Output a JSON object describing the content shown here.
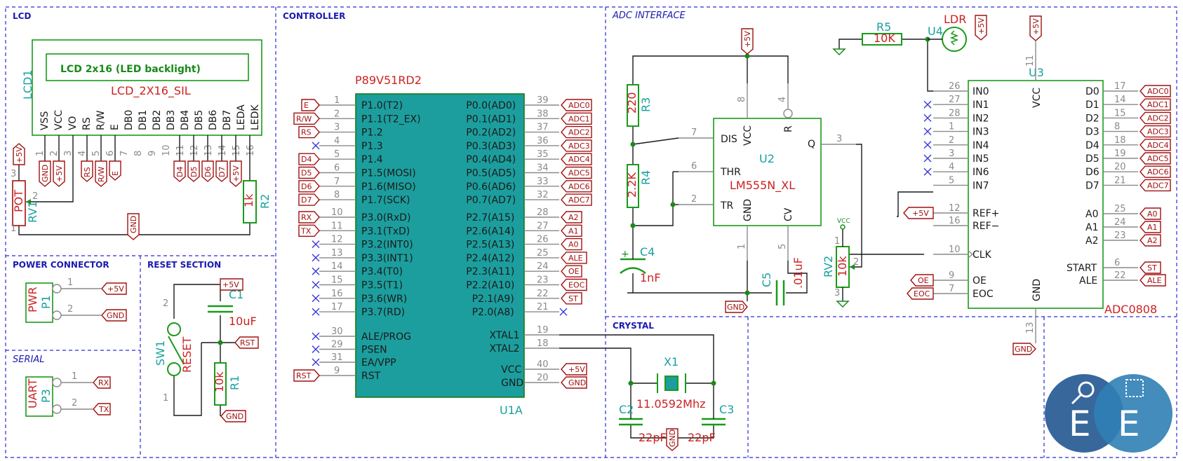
{
  "sections": {
    "lcd": "LCD",
    "controller": "CONTROLLER",
    "adc": "ADC INTERFACE",
    "power": "POWER CONNECTOR",
    "reset": "RESET SECTION",
    "serial": "SERIAL",
    "crystal": "CRYSTAL"
  },
  "lcd": {
    "ref": "LCD1",
    "title": "LCD 2x16 (LED backlight)",
    "value": "LCD_2X16_SIL",
    "pins": [
      "VSS",
      "VCC",
      "VO",
      "RS",
      "R/W",
      "E",
      "DB0",
      "DB1",
      "DB2",
      "DB3",
      "DB4",
      "DB5",
      "DB6",
      "DB7",
      "LEDA",
      "LEDK"
    ],
    "pin_numbers": [
      "1",
      "2",
      "3",
      "4",
      "5",
      "6",
      "7",
      "8",
      "9",
      "10",
      "11",
      "12",
      "13",
      "14",
      "15",
      "16"
    ],
    "labels": [
      "GND",
      "+5V",
      "RS",
      "R/W",
      "E",
      "D4",
      "D5",
      "D6",
      "D7",
      "+5V"
    ],
    "pot_ref": "RV1",
    "pot_value": "POT",
    "r2_ref": "R2",
    "r2_value": "1k",
    "gnd": "GND",
    "plus5": "+5V"
  },
  "mcu": {
    "value": "P89V51RD2",
    "ref": "U1A",
    "left": [
      {
        "n": "1",
        "name": "P1.0(T2)",
        "label": "E"
      },
      {
        "n": "2",
        "name": "P1.1(T2_EX)",
        "label": "R/W"
      },
      {
        "n": "3",
        "name": "P1.2",
        "label": "RS"
      },
      {
        "n": "4",
        "name": "P1.3",
        "label": ""
      },
      {
        "n": "5",
        "name": "P1.4",
        "label": "D4"
      },
      {
        "n": "6",
        "name": "P1.5(MOSI)",
        "label": "D5"
      },
      {
        "n": "7",
        "name": "P1.6(MISO)",
        "label": "D6"
      },
      {
        "n": "8",
        "name": "P1.7(SCK)",
        "label": "D7"
      },
      {
        "n": "10",
        "name": "P3.0(RxD)",
        "label": "RX"
      },
      {
        "n": "11",
        "name": "P3.1(TxD)",
        "label": "TX"
      },
      {
        "n": "12",
        "name": "P3.2(INT0)",
        "label": ""
      },
      {
        "n": "13",
        "name": "P3.3(INT1)",
        "label": ""
      },
      {
        "n": "14",
        "name": "P3.4(T0)",
        "label": ""
      },
      {
        "n": "15",
        "name": "P3.5(T1)",
        "label": ""
      },
      {
        "n": "16",
        "name": "P3.6(WR)",
        "label": ""
      },
      {
        "n": "17",
        "name": "P3.7(RD)",
        "label": ""
      },
      {
        "n": "30",
        "name": "ALE/PROG",
        "label": ""
      },
      {
        "n": "29",
        "name": "PSEN",
        "label": ""
      },
      {
        "n": "31",
        "name": "EA/VPP",
        "label": ""
      },
      {
        "n": "9",
        "name": "RST",
        "label": "RST"
      }
    ],
    "right": [
      {
        "n": "39",
        "name": "P0.0(AD0)",
        "label": "ADC0"
      },
      {
        "n": "38",
        "name": "P0.1(AD1)",
        "label": "ADC1"
      },
      {
        "n": "37",
        "name": "P0.2(AD2)",
        "label": "ADC2"
      },
      {
        "n": "36",
        "name": "P0.3(AD3)",
        "label": "ADC3"
      },
      {
        "n": "35",
        "name": "P0.4(AD4)",
        "label": "ADC4"
      },
      {
        "n": "34",
        "name": "P0.5(AD5)",
        "label": "ADC5"
      },
      {
        "n": "33",
        "name": "P0.6(AD6)",
        "label": "ADC6"
      },
      {
        "n": "32",
        "name": "P0.7(AD7)",
        "label": "ADC7"
      },
      {
        "n": "28",
        "name": "P2.7(A15)",
        "label": "A2"
      },
      {
        "n": "27",
        "name": "P2.6(A14)",
        "label": "A1"
      },
      {
        "n": "26",
        "name": "P2.5(A13)",
        "label": "A0"
      },
      {
        "n": "25",
        "name": "P2.4(A12)",
        "label": "ALE"
      },
      {
        "n": "24",
        "name": "P2.3(A11)",
        "label": "OE"
      },
      {
        "n": "23",
        "name": "P2.2(A10)",
        "label": "EOC"
      },
      {
        "n": "22",
        "name": "P2.1(A9)",
        "label": "ST"
      },
      {
        "n": "21",
        "name": "P2.0(A8)",
        "label": ""
      },
      {
        "n": "19",
        "name": "XTAL1",
        "label": ""
      },
      {
        "n": "18",
        "name": "XTAL2",
        "label": ""
      },
      {
        "n": "40",
        "name": "VCC",
        "label": "+5V"
      },
      {
        "n": "20",
        "name": "GND",
        "label": "GND"
      }
    ]
  },
  "timer": {
    "ref": "U2",
    "value": "LM555N_XL",
    "pins": {
      "dis": "DIS",
      "vcc": "VCC",
      "r": "R",
      "thr": "THR",
      "tr": "TR",
      "gnd": "GND",
      "cv": "CV",
      "q": "Q"
    },
    "pin_numbers": {
      "dis": "7",
      "vcc": "8",
      "r": "4",
      "thr": "6",
      "tr": "2",
      "gnd": "1",
      "cv": "5",
      "q": "3"
    },
    "r3_ref": "R3",
    "r3_value": "220",
    "r4_ref": "R4",
    "r4_value": "2.2K",
    "c4_ref": "C4",
    "c4_value": "1nF",
    "c5_ref": "C5",
    "c5_value": ".01uF",
    "plus5": "+5V",
    "gnd": "GND"
  },
  "adc": {
    "ref": "U3",
    "value": "ADC0808",
    "left": [
      {
        "n": "26",
        "name": "IN0"
      },
      {
        "n": "27",
        "name": "IN1"
      },
      {
        "n": "28",
        "name": "IN2"
      },
      {
        "n": "1",
        "name": "IN3"
      },
      {
        "n": "2",
        "name": "IN4"
      },
      {
        "n": "3",
        "name": "IN5"
      },
      {
        "n": "4",
        "name": "IN6"
      },
      {
        "n": "5",
        "name": "IN7"
      },
      {
        "n": "12",
        "name": "REF+"
      },
      {
        "n": "16",
        "name": "REF−"
      },
      {
        "n": "10",
        "name": "CLK"
      },
      {
        "n": "9",
        "name": "OE"
      },
      {
        "n": "7",
        "name": "EOC"
      }
    ],
    "right": [
      {
        "n": "17",
        "name": "D0",
        "label": "ADC0"
      },
      {
        "n": "14",
        "name": "D1",
        "label": "ADC1"
      },
      {
        "n": "15",
        "name": "D2",
        "label": "ADC2"
      },
      {
        "n": "8",
        "name": "D3",
        "label": "ADC3"
      },
      {
        "n": "18",
        "name": "D4",
        "label": "ADC4"
      },
      {
        "n": "19",
        "name": "D5",
        "label": "ADC5"
      },
      {
        "n": "20",
        "name": "D6",
        "label": "ADC6"
      },
      {
        "n": "21",
        "name": "D7",
        "label": "ADC7"
      },
      {
        "n": "25",
        "name": "A0",
        "label": "A0"
      },
      {
        "n": "24",
        "name": "A1",
        "label": "A1"
      },
      {
        "n": "23",
        "name": "A2",
        "label": "A2"
      },
      {
        "n": "6",
        "name": "START",
        "label": "ST"
      },
      {
        "n": "22",
        "name": "ALE",
        "label": "ALE"
      }
    ],
    "vcc": "VCC",
    "vcc_pin": "11",
    "gnd": "GND",
    "gnd_pin": "13",
    "r5_ref": "R5",
    "r5_value": "10K",
    "ldr_ref": "U4",
    "ldr_value": "LDR",
    "rv2_ref": "RV2",
    "rv2_value": "10k",
    "vcc_small": "VCC",
    "ref_label": "+5V",
    "oe_label": "OE",
    "eoc_label": "EOC",
    "plus5": "+5V",
    "gnd_label": "GND"
  },
  "power": {
    "ref": "P1",
    "value": "PWR",
    "pin1": "1",
    "pin2": "2",
    "label1": "+5V",
    "label2": "GND"
  },
  "reset": {
    "sw_ref": "SW1",
    "sw_value": "RESET",
    "c1_ref": "C1",
    "c1_value": "10uF",
    "r1_ref": "R1",
    "r1_value": "10k",
    "plus5": "+5V",
    "rst": "RST",
    "gnd": "GND",
    "sw_pin2": "2",
    "sw_pin1": "1"
  },
  "serial": {
    "ref": "P3",
    "value": "UART",
    "pin1": "1",
    "pin2": "2",
    "label1": "RX",
    "label2": "TX"
  },
  "crystal": {
    "ref": "X1",
    "value": "11.0592Mhz",
    "c2_ref": "C2",
    "c2_value": "22pF",
    "c3_ref": "C3",
    "c3_value": "22pF",
    "gnd": "GND"
  },
  "logo": {
    "left_letter": "E",
    "right_letter": "E"
  },
  "colors": {
    "section_border": "#2b2bd6",
    "body": "#1a9a1a",
    "mcu_fill": "#1c9e9e",
    "label": "#a01010",
    "reference": "#1aa0a0",
    "value": "#cc2222"
  }
}
